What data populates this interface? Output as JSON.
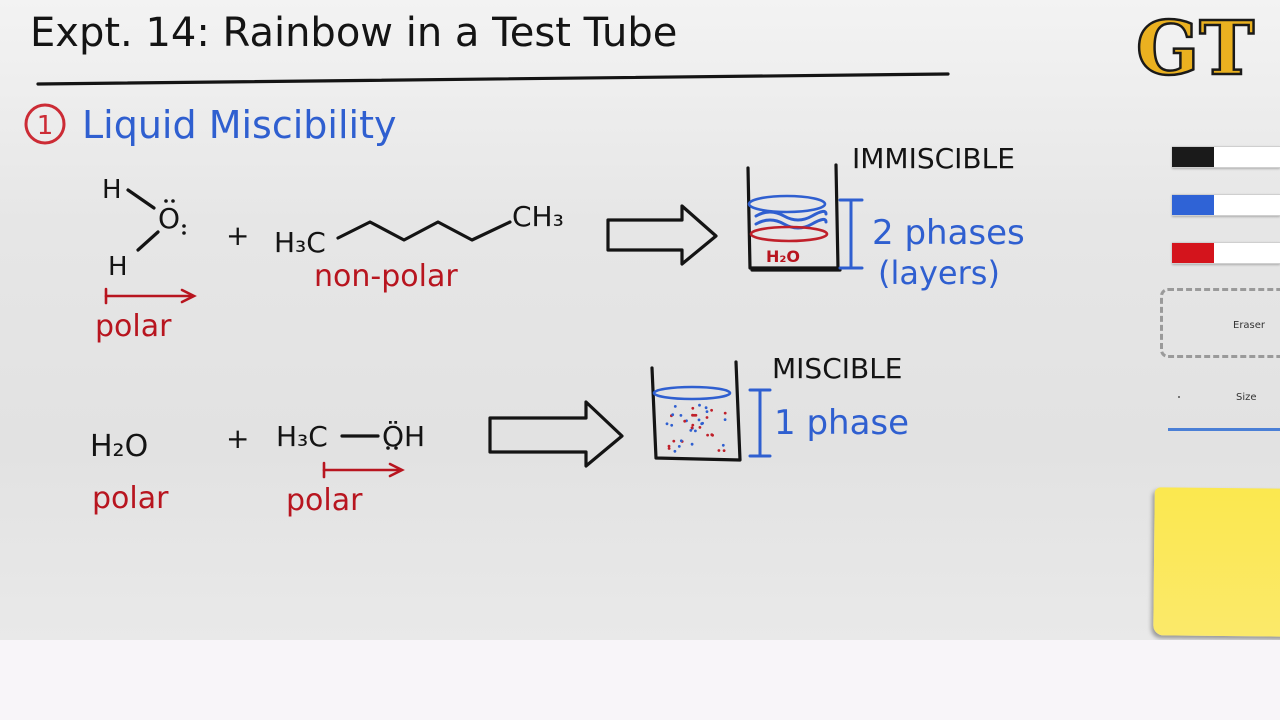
{
  "title": "Expt. 14: Rainbow in a Test Tube",
  "section": {
    "number": "1",
    "heading": "Liquid Miscibility"
  },
  "row1": {
    "water_H_top": "H",
    "water_O": "O",
    "water_H_bottom": "H",
    "plus": "+",
    "hexane_left": "H₃C",
    "hexane_right": "CH₃",
    "water_label": "polar",
    "hexane_label": "non-polar",
    "result_label": "IMMISCIBLE",
    "tube_layer_label": "H₂O",
    "phases_line1": "2 phases",
    "phases_line2": "(layers)"
  },
  "row2": {
    "water": "H₂O",
    "plus": "+",
    "methanol_left": "H₃C",
    "methanol_right": "ÖH",
    "water_label": "polar",
    "methanol_label": "polar",
    "result_label": "MISCIBLE",
    "phases": "1 phase"
  },
  "toolbar": {
    "eraser_label": "Eraser",
    "size_label": "Size",
    "marker_colors": {
      "black": "#1a1a1a",
      "blue": "#2f63d6",
      "red": "#d4141c"
    },
    "logo_letters": "GT",
    "logo_color": "#eab120"
  }
}
